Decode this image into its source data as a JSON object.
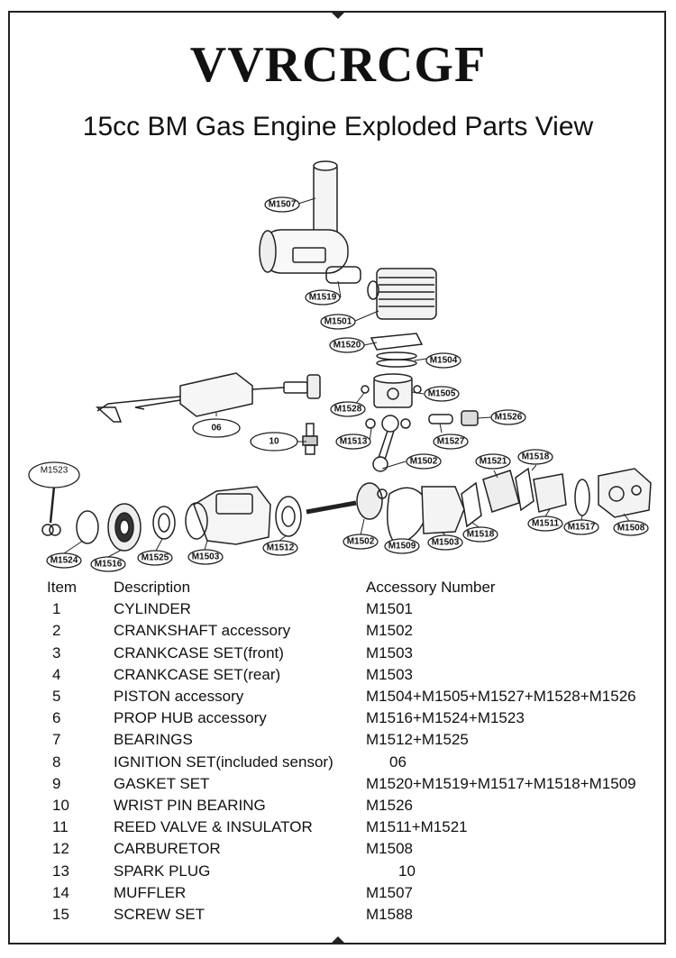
{
  "brand": "VVRCRCGF",
  "subtitle": "15cc BM Gas Engine Exploded Parts View",
  "diagram": {
    "labels": [
      "M1507",
      "M1519",
      "M1501",
      "M1520",
      "M1504",
      "M1505",
      "M1528",
      "M1526",
      "06",
      "M1513",
      "M1527",
      "10",
      "M1502",
      "M1521",
      "M1518",
      "M1523",
      "M1511",
      "M1517",
      "M1508",
      "M1524",
      "M1516",
      "M1525",
      "M1503",
      "M1512",
      "M1502",
      "M1509",
      "M1503",
      "M1518"
    ]
  },
  "table": {
    "headers": {
      "item": "Item",
      "description": "Description",
      "accessory": "Accessory Number"
    },
    "rows": [
      {
        "item": "1",
        "description": "CYLINDER",
        "accessory": "M1501"
      },
      {
        "item": "2",
        "description": "CRANKSHAFT accessory",
        "accessory": "M1502"
      },
      {
        "item": "3",
        "description": "CRANKCASE SET(front)",
        "accessory": "M1503"
      },
      {
        "item": "4",
        "description": "CRANKCASE SET(rear)",
        "accessory": "M1503"
      },
      {
        "item": "5",
        "description": "PISTON accessory",
        "accessory": "M1504+M1505+M1527+M1528+M1526"
      },
      {
        "item": "6",
        "description": "PROP HUB accessory",
        "accessory": "M1516+M1524+M1523"
      },
      {
        "item": "7",
        "description": "BEARINGS",
        "accessory": "M1512+M1525"
      },
      {
        "item": "8",
        "description": "IGNITION SET(included sensor)",
        "accessory": "06"
      },
      {
        "item": "9",
        "description": "GASKET SET",
        "accessory": "M1520+M1519+M1517+M1518+M1509"
      },
      {
        "item": "10",
        "description": "WRIST PIN BEARING",
        "accessory": "M1526"
      },
      {
        "item": "11",
        "description": "REED VALVE & INSULATOR",
        "accessory": "M1511+M1521"
      },
      {
        "item": "12",
        "description": "CARBURETOR",
        "accessory": "M1508"
      },
      {
        "item": "13",
        "description": "SPARK PLUG",
        "accessory": "10"
      },
      {
        "item": "14",
        "description": "MUFFLER",
        "accessory": "M1507"
      },
      {
        "item": "15",
        "description": "SCREW SET",
        "accessory": "M1588"
      }
    ]
  }
}
